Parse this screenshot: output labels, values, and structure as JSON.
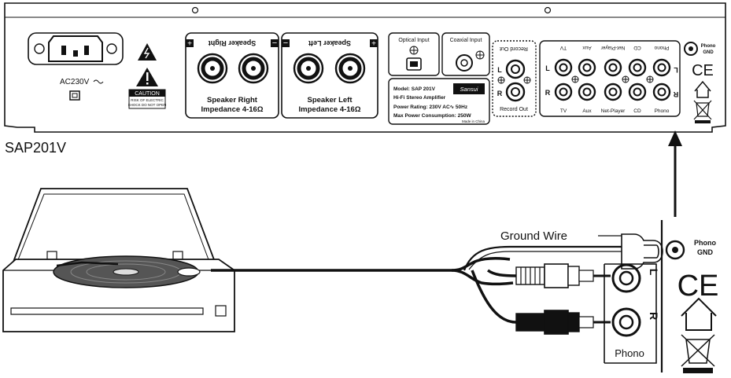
{
  "panel": {
    "power_label": "AC230V",
    "caution_label": "CAUTION",
    "caution_text_1": "RISK OF ELECTRIC",
    "caution_text_2": "SHOCK DO NOT OPEN",
    "speaker_right_mirrored": "Speaker Right",
    "speaker_right_title": "Speaker Right",
    "speaker_right_impedance": "Impedance 4-16Ω",
    "speaker_left_mirrored": "Speaker Left",
    "speaker_left_title": "Speaker Left",
    "speaker_left_impedance": "Impedance 4-16Ω",
    "optical_label": "Optical Input",
    "coaxial_label": "Coaxial Input",
    "info_model": "Model: SAP 201V",
    "info_desc": "Hi-Fi Stereo Amplifier",
    "info_power": "Power Rating:  230V AC∿ 50Hz",
    "info_consumption": "Max Power Consumption:  250W",
    "info_made": "Made in China",
    "brand": "Sansui",
    "record_out_top": "Record Out",
    "record_out_bottom": "Record Out",
    "input_labels_top": [
      "TV",
      "Aux",
      "Net-Player",
      "CD",
      "Phono"
    ],
    "input_labels_bottom": [
      "TV",
      "Aux",
      "Net-Player",
      "CD",
      "Phono"
    ],
    "phono_gnd_line1": "Phono",
    "phono_gnd_line2": "GND",
    "ce_mark": "CE",
    "channel_L": "L",
    "channel_R": "R"
  },
  "model_label": "SAP201V",
  "callout": {
    "ground_wire": "Ground Wire",
    "phono_gnd_line1": "Phono",
    "phono_gnd_line2": "GND",
    "phono_label": "Phono",
    "channel_L": "L",
    "channel_R": "R",
    "ce_mark": "CE"
  }
}
